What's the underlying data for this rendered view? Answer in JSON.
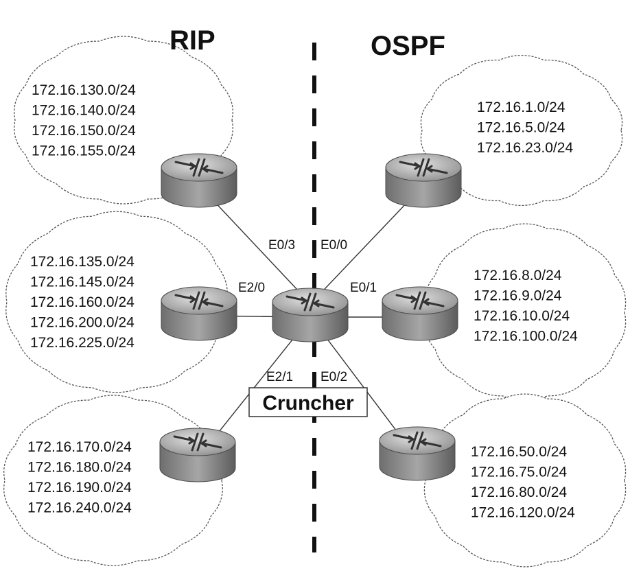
{
  "domains": {
    "rip": "RIP",
    "ospf": "OSPF"
  },
  "hub_router": {
    "name": "Cruncher",
    "interfaces": {
      "e0_3": "E0/3",
      "e0_0": "E0/0",
      "e2_0": "E2/0",
      "e0_1": "E0/1",
      "e2_1": "E2/1",
      "e0_2": "E0/2"
    }
  },
  "clouds": {
    "rip_top": [
      "172.16.130.0/24",
      "172.16.140.0/24",
      "172.16.150.0/24",
      "172.16.155.0/24"
    ],
    "rip_middle": [
      "172.16.135.0/24",
      "172.16.145.0/24",
      "172.16.160.0/24",
      "172.16.200.0/24",
      "172.16.225.0/24"
    ],
    "rip_bottom": [
      "172.16.170.0/24",
      "172.16.180.0/24",
      "172.16.190.0/24",
      "172.16.240.0/24"
    ],
    "ospf_top": [
      "172.16.1.0/24",
      "172.16.5.0/24",
      "172.16.23.0/24"
    ],
    "ospf_middle": [
      "172.16.8.0/24",
      "172.16.9.0/24",
      "172.16.10.0/24",
      "172.16.100.0/24"
    ],
    "ospf_bottom": [
      "172.16.50.0/24",
      "172.16.75.0/24",
      "172.16.80.0/24",
      "172.16.120.0/24"
    ]
  },
  "icons": [
    "router-icon",
    "cloud-shape",
    "domain-boundary-line"
  ],
  "colors": {
    "ink": "#111111",
    "cloud_edge": "#555555",
    "router_body": "#8c8c8c",
    "router_top": "#c9c9c9"
  }
}
